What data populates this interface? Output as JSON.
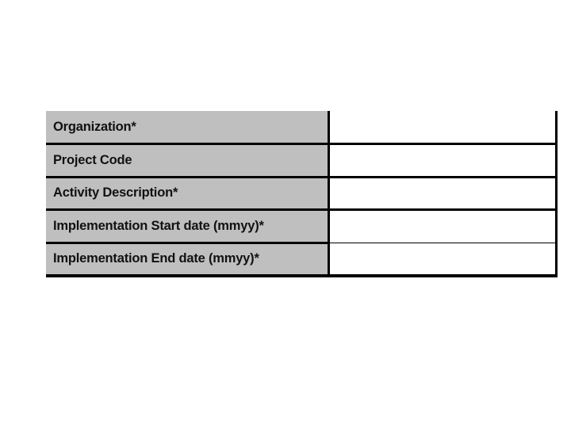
{
  "document": {
    "background_color": "#ffffff",
    "label_cell_color": "#bfbfbf",
    "input_cell_color": "#ffffff",
    "border_color": "#000000",
    "text_color": "#111111"
  },
  "form": {
    "name": "activity-details-form",
    "required_marker": "*",
    "rows": [
      {
        "label": "Organization*",
        "value": "",
        "placeholder": ""
      },
      {
        "label": "Project Code",
        "value": "",
        "placeholder": ""
      },
      {
        "label": "Activity Description*",
        "value": "",
        "placeholder": ""
      },
      {
        "label": "Implementation Start date (mmyy)*",
        "value": "",
        "placeholder": ""
      },
      {
        "label": "Implementation End date (mmyy)*",
        "value": "",
        "placeholder": ""
      }
    ]
  }
}
